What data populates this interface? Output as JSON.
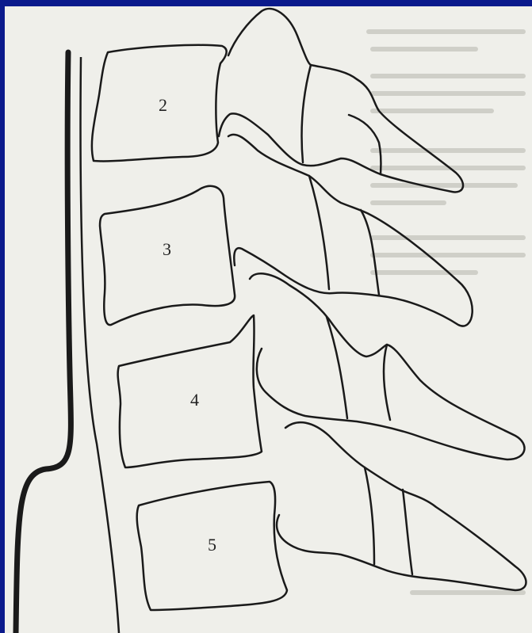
{
  "diagram": {
    "vertebra_labels": [
      "2",
      "3",
      "4",
      "5"
    ],
    "colors": {
      "frame": "#0b1a8c",
      "paper": "#efefea",
      "ink": "#1a1a1a",
      "faint_text": "#c9c9c2"
    }
  }
}
